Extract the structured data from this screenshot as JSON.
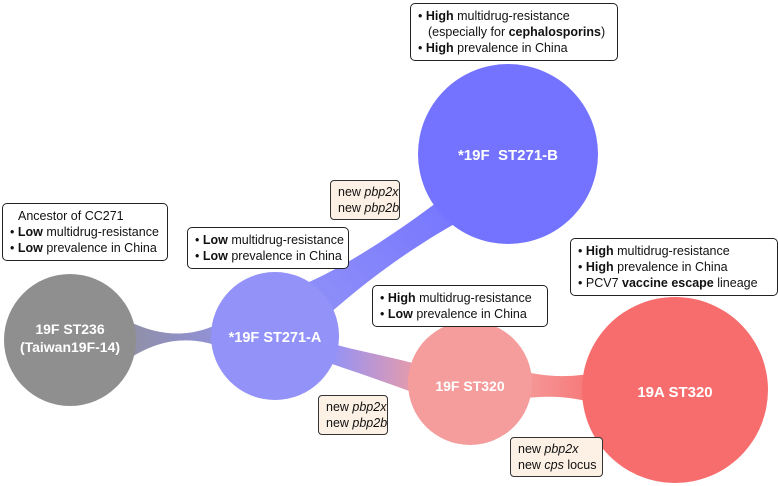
{
  "colors": {
    "gray_node": "#8f8f8f",
    "blue_node": "#7373ff",
    "blue_light_node": "#9292f8",
    "red_node": "#f76d6d",
    "pink_node": "#f59c9c",
    "mutation_box_bg": "#fdf1e6"
  },
  "nodes": {
    "st236": {
      "line1": "19F ST236",
      "line2": "(Taiwan19F-14)"
    },
    "st271a": {
      "label": "*19F ST271-A"
    },
    "st271b": {
      "label": "*19F  ST271-B"
    },
    "st320_19f": {
      "label": "19F ST320"
    },
    "st320_19a": {
      "label": "19A ST320"
    }
  },
  "info_boxes": {
    "st236": {
      "title": "Ancestor of CC271",
      "line1_bold": "Low",
      "line1_rest": " multidrug-resistance",
      "line2_bold": "Low",
      "line2_rest": " prevalence in China"
    },
    "st271a": {
      "line1_bold": "Low",
      "line1_rest": " multidrug-resistance",
      "line2_bold": "Low",
      "line2_rest": " prevalence in China"
    },
    "st271b": {
      "line1_bold": "High",
      "line1_rest": " multidrug-resistance",
      "line2_pre": "(especially for ",
      "line2_bold": "cephalosporins",
      "line2_post": ")",
      "line3_bold": "High",
      "line3_rest": " prevalence in China"
    },
    "st320_19f": {
      "line1_bold": "High",
      "line1_rest": " multidrug-resistance",
      "line2_bold": "Low",
      "line2_rest": " prevalence in China"
    },
    "st320_19a": {
      "line1_bold": "High",
      "line1_rest": " multidrug-resistance",
      "line2_bold": "High",
      "line2_rest": " prevalence in China",
      "line3_pre": "PCV7 ",
      "line3_bold": "vaccine escape",
      "line3_post": " lineage"
    }
  },
  "mutations": {
    "to_st271b": {
      "prefix1": "new ",
      "gene1": "pbp2x",
      "prefix2": "new ",
      "gene2": "pbp2b"
    },
    "to_st320": {
      "prefix1": "new ",
      "gene1": "pbp2x",
      "prefix2": "new ",
      "gene2": "pbp2b"
    },
    "to_19a": {
      "prefix1": "new ",
      "gene1": "pbp2x",
      "prefix2": "new ",
      "gene2": "cps",
      "suffix2": " locus"
    }
  },
  "bullet": "•"
}
